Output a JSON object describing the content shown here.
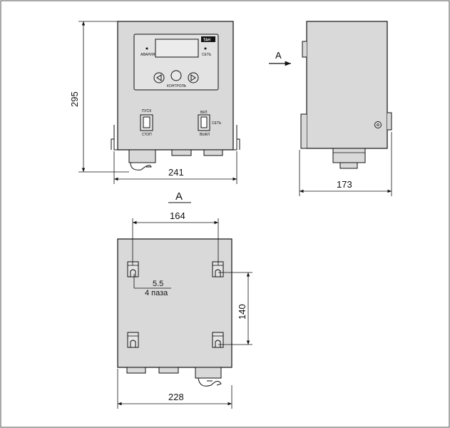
{
  "views": {
    "front": {
      "width_label": "241",
      "height_label": "295",
      "panel": {
        "logo": "ТАН",
        "alarm_label": "АВАРИЯ",
        "net_label": "СЕТЬ",
        "control_label": "КОНТРОЛЬ"
      },
      "switch_start": {
        "top": "ПУСК",
        "bottom": "СТОП"
      },
      "switch_power": {
        "top": "ВКЛ",
        "bottom": "ВЫКЛ",
        "side": "СЕТЬ"
      }
    },
    "side": {
      "width_label": "173",
      "arrow_label": "А"
    },
    "bottom": {
      "title": "А",
      "hole_spacing_label": "164",
      "vertical_spacing_label": "140",
      "width_label": "228",
      "slot_size_label": "5.5",
      "slot_count_label": "4 паза"
    }
  },
  "colors": {
    "body_fill": "#d9d9d9",
    "panel_fill": "#e3e3e3",
    "line": "#111111"
  }
}
